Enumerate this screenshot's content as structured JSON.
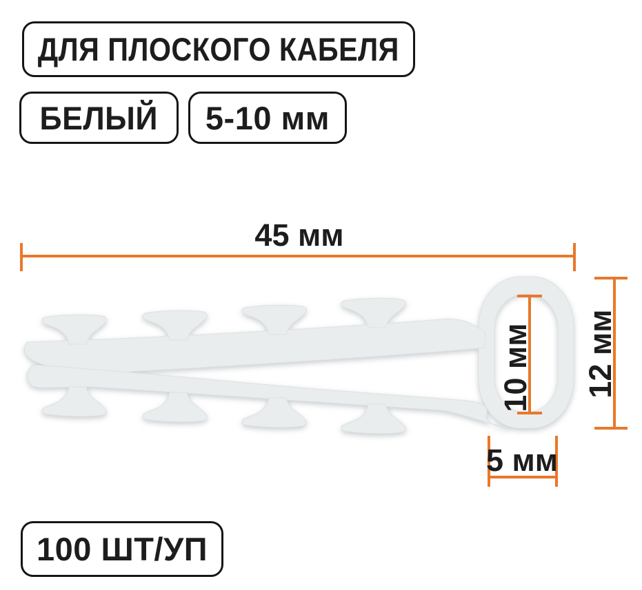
{
  "badges": {
    "type": "ДЛЯ ПЛОСКОГО КАБЕЛЯ",
    "color": "БЕЛЫЙ",
    "size": "5-10 мм",
    "pack": "100 ШТ/УП"
  },
  "dimensions": {
    "length": "45 мм",
    "inner_height": "10 мм",
    "outer_height": "12 мм",
    "inner_width": "5 мм"
  },
  "colors": {
    "dimension_line": "#E8782B",
    "text": "#1D1D1D",
    "badge_border": "#151515",
    "product_fill": "#EAEDEE",
    "background": "#FFFFFF"
  }
}
